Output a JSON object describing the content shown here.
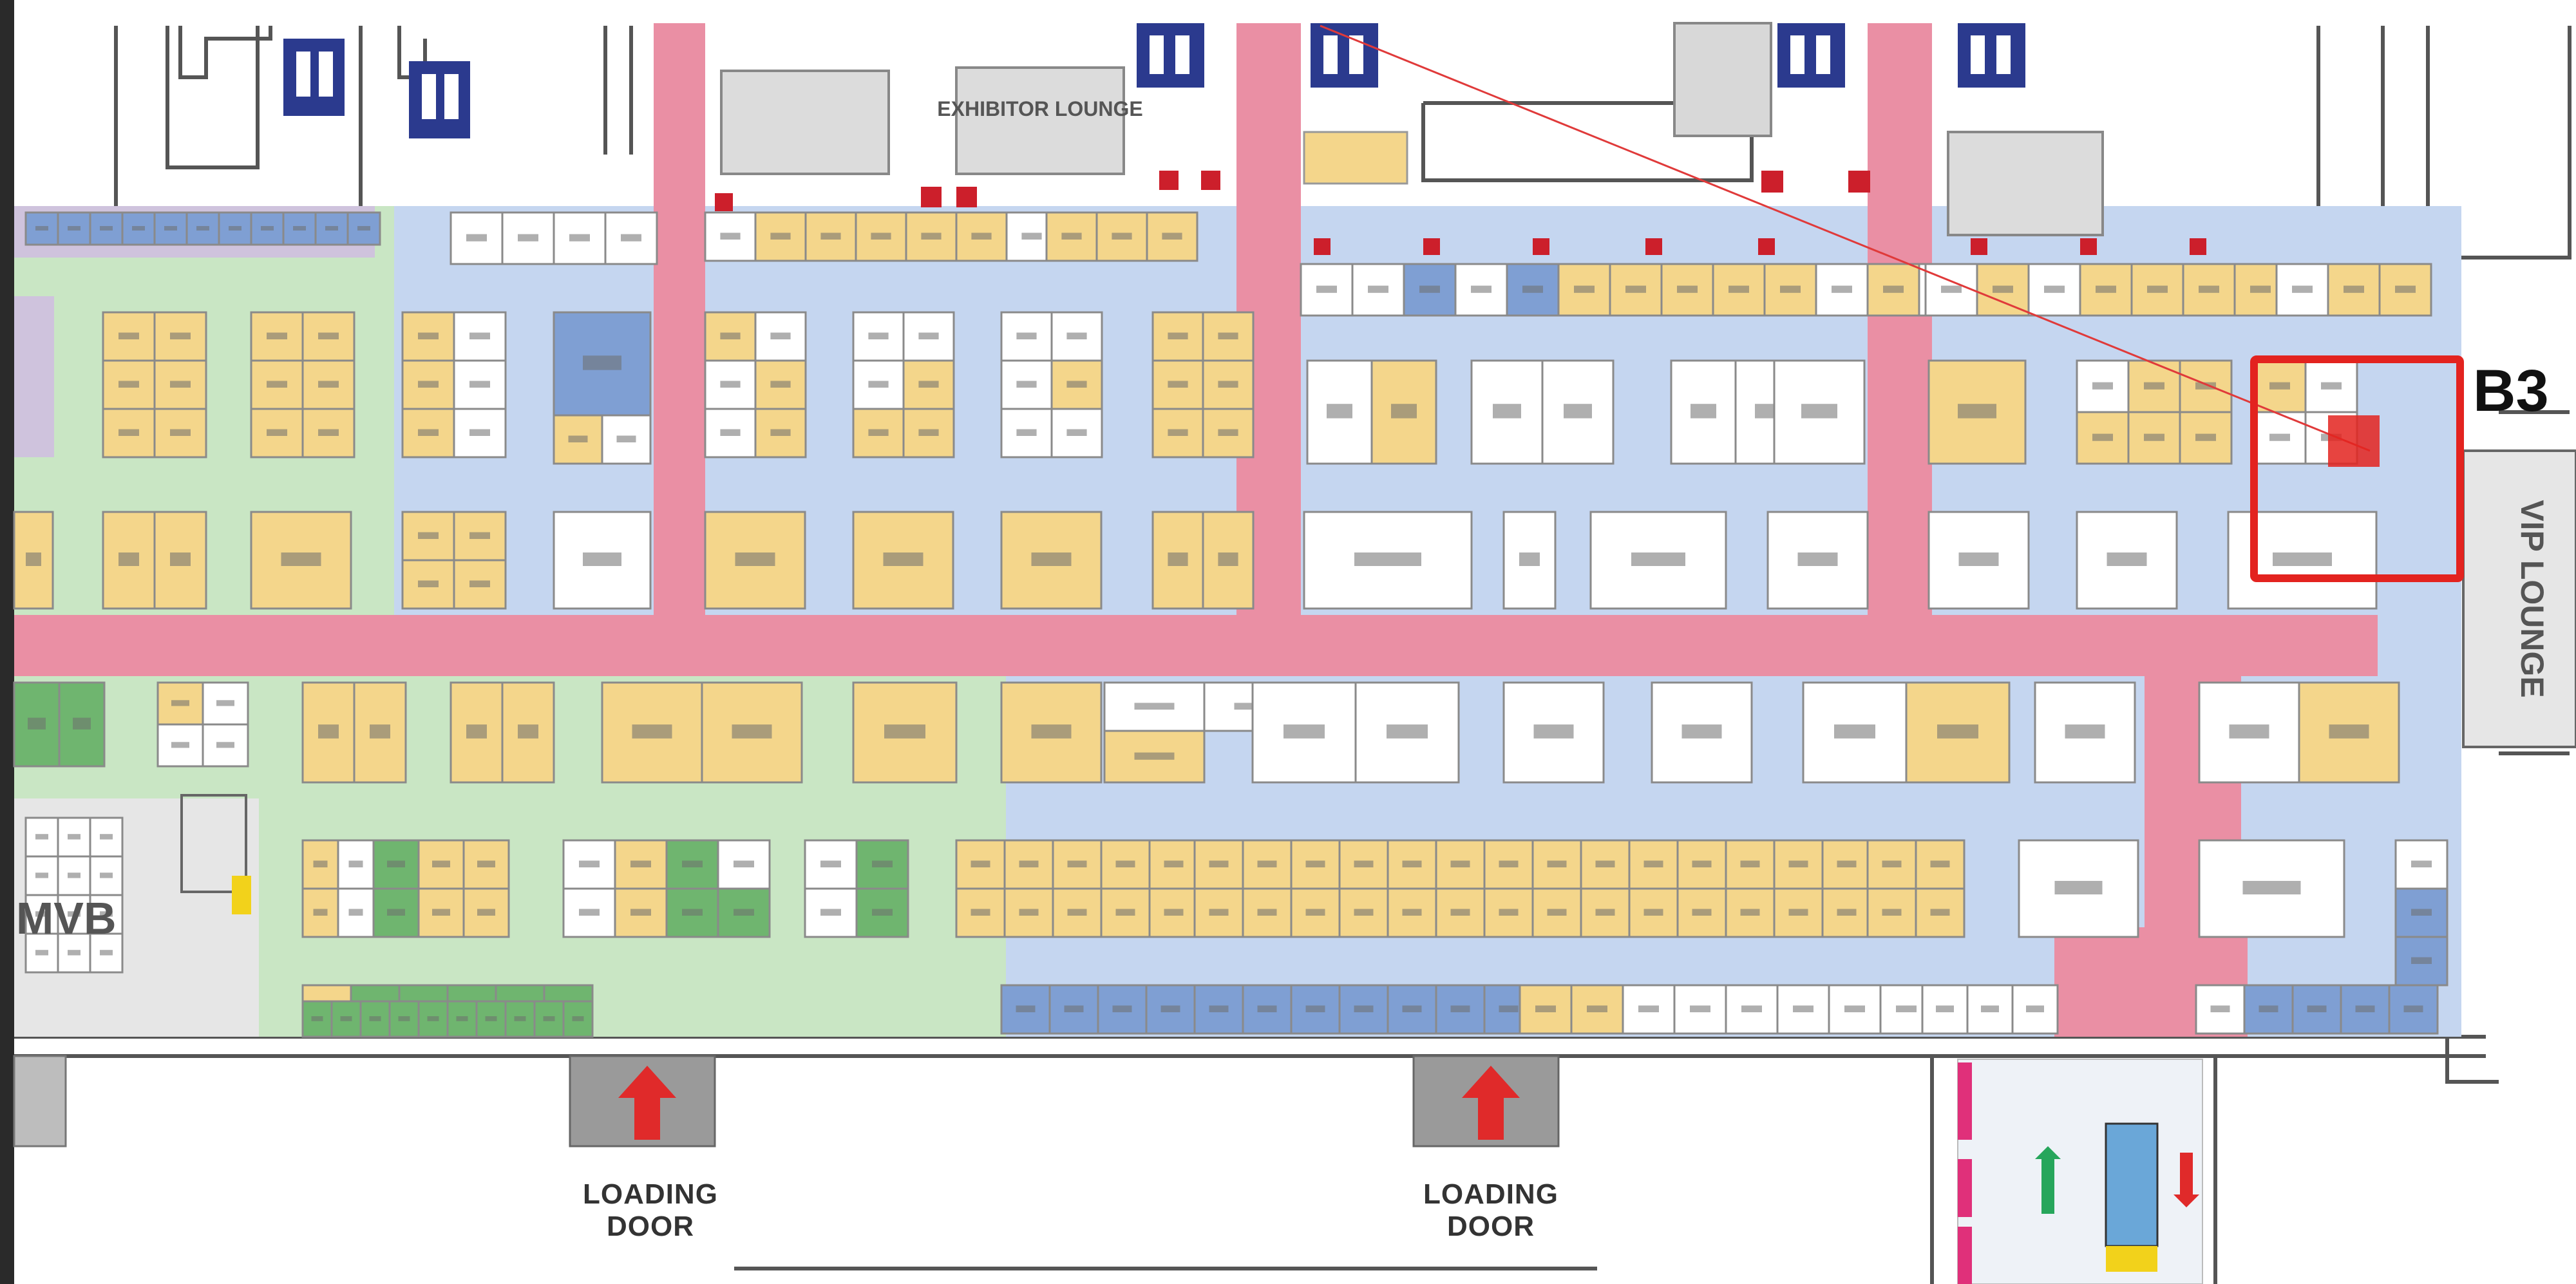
{
  "hall": {
    "label": "B3",
    "vip_lounge": "VIP LOUNGE",
    "exhibitor_lounge": "EXHIBITOR LOUNGE",
    "mvb_label": "MVB",
    "loading_door_1": [
      "LOADING",
      "DOOR"
    ],
    "loading_door_2": [
      "LOADING",
      "DOOR"
    ]
  },
  "colors": {
    "aisle": "#ea8fa4",
    "zone_blue": "#c5d6f0",
    "zone_green": "#c9e6c4",
    "zone_purple": "#cfc3dd",
    "booth_yellow": "#f4d68b",
    "booth_green": "#6fb56f",
    "booth_blue": "#7f9fd3",
    "booth_white": "#ffffff",
    "highlight": "#e3231f",
    "restroom": "#2b3a8e",
    "arrow": "#e02a2a",
    "arrow_up_green": "#26a65b"
  },
  "highlight": {
    "label": "selected booth area"
  }
}
